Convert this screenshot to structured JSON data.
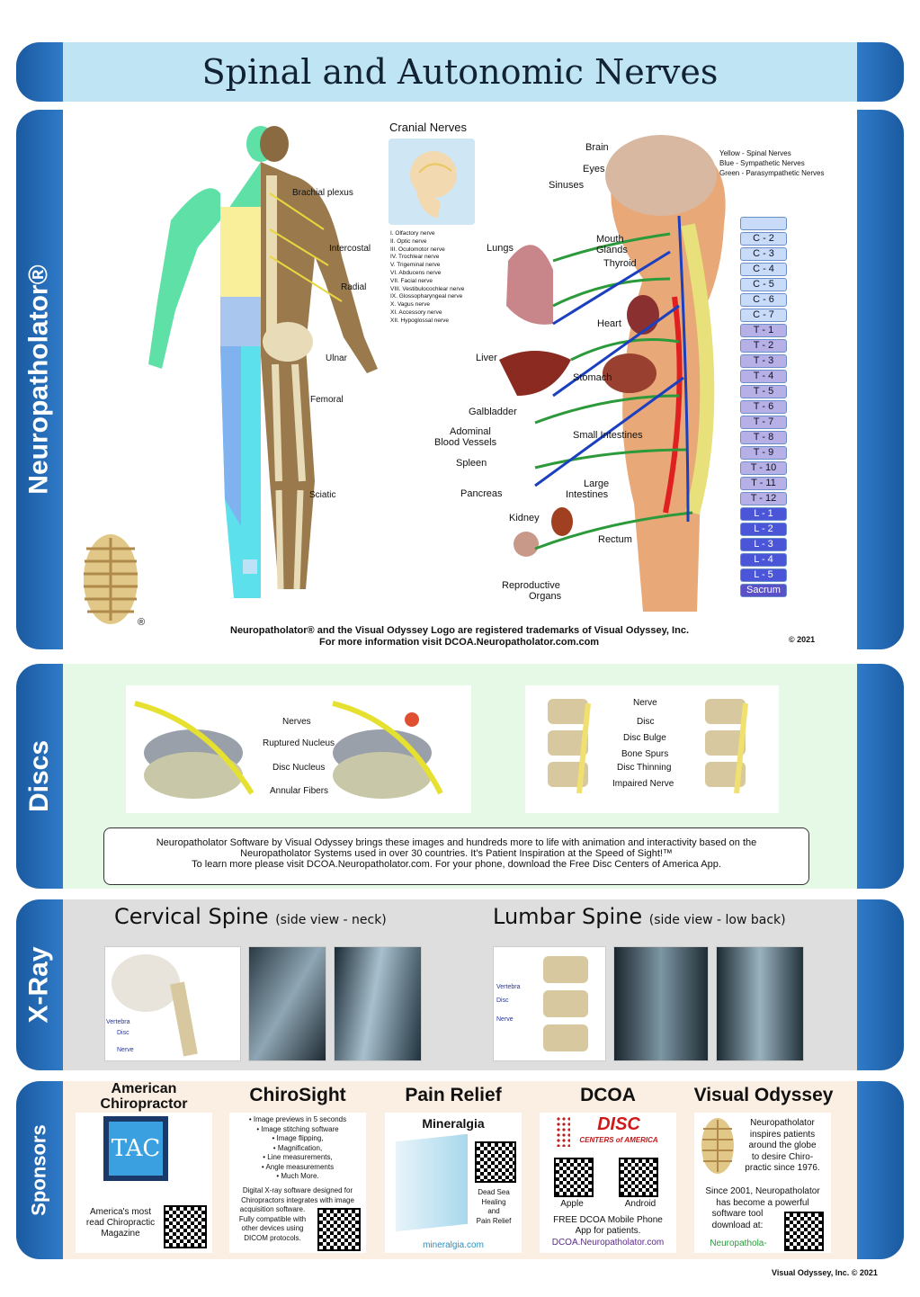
{
  "title": "Spinal and Autonomic Nerves",
  "tabs": {
    "neuro": "Neuropatholator®",
    "discs": "Discs",
    "xray": "X-Ray",
    "sponsors": "Sponsors"
  },
  "body_labels": {
    "brachial": "Brachial plexus",
    "intercostal": "Intercostal",
    "radial": "Radial",
    "ulnar": "Ulnar",
    "femoral": "Femoral",
    "sciatic": "Sciatic"
  },
  "cranial": {
    "title": "Cranial Nerves",
    "list": [
      "I. Olfactory nerve",
      "II. Optic nerve",
      "III. Oculomotor nerve",
      "IV. Trochlear nerve",
      "V. Trigeminal nerve",
      "VI. Abducens nerve",
      "VII. Facial nerve",
      "VIII. Vestibulocochlear nerve",
      "IX. Glossopharyngeal nerve",
      "X. Vagus nerve",
      "XI. Accessory nerve",
      "XII. Hypoglossal nerve"
    ]
  },
  "legend": {
    "yellow": "Yellow - Spinal Nerves",
    "blue": "Blue - Sympathetic Nerves",
    "green": "Green - Parasympathetic Nerves"
  },
  "organs": {
    "brain": "Brain",
    "eyes": "Eyes",
    "sinuses": "Sinuses",
    "lungs": "Lungs",
    "mouth": "Mouth",
    "glands": "Glands",
    "thyroid": "Thyroid",
    "heart": "Heart",
    "liver": "Liver",
    "stomach": "Stomach",
    "galbladder": "Galbladder",
    "adrenal": "Adominal",
    "blood": "Blood Vessels",
    "small": "Small Intestines",
    "spleen": "Spleen",
    "pancreas": "Pancreas",
    "large1": "Large",
    "large2": "Intestines",
    "kidney": "Kidney",
    "rectum": "Rectum",
    "repro1": "Reproductive",
    "repro2": "Organs"
  },
  "vertebrae": [
    "C - 2",
    "C - 3",
    "C - 4",
    "C - 5",
    "C - 6",
    "C - 7",
    "T - 1",
    "T - 2",
    "T - 3",
    "T - 4",
    "T - 5",
    "T - 6",
    "T - 7",
    "T - 8",
    "T - 9",
    "T - 10",
    "T - 11",
    "T - 12",
    "L - 1",
    "L - 2",
    "L - 3",
    "L - 4",
    "L - 5",
    "Sacrum"
  ],
  "trademark1": "Neuropatholator® and the Visual Odyssey Logo are registered trademarks of Visual Odyssey, Inc.",
  "trademark2": "For more information visit DCOA.Neuropatholator.com.com",
  "copyright": "© 2021",
  "reg": "®",
  "discs": {
    "left": {
      "nerves": "Nerves",
      "ruptured": "Ruptured Nucleus",
      "nucleus": "Disc Nucleus",
      "annular": "Annular Fibers"
    },
    "right": {
      "nerve": "Nerve",
      "disc": "Disc",
      "bulge": "Disc Bulge",
      "spurs": "Bone Spurs",
      "thinning": "Disc Thinning",
      "impaired": "Impaired Nerve"
    },
    "info1": "Neuropatholator Software by Visual Odyssey brings these images and hundreds more to life with animation and interactivity based on the",
    "info2": "Neuropatholator Systems used in over 30 countries. It's Patient Inspiration at the Speed of Sight!™",
    "info3": "To learn more please visit DCOA.Neuropatholator.com. For your phone, download the Free Disc Centers of America App."
  },
  "xray": {
    "cervical": "Cervical Spine",
    "cervical_sub": "(side view - neck)",
    "lumbar": "Lumbar Spine",
    "lumbar_sub": "(side view - low back)",
    "c_labels": [
      "Vertebra",
      "Disc",
      "Nerve"
    ],
    "l_labels": [
      "Vertebra",
      "Disc",
      "Nerve"
    ]
  },
  "sponsors": {
    "ac_title1": "American",
    "ac_title2": "Chiropractor",
    "ac_logo": "TAC",
    "ac_text1": "America's most",
    "ac_text2": "read Chiropractic",
    "ac_text3": "Magazine",
    "cs_title": "ChiroSight",
    "cs_list": [
      "• Image previews in 5 seconds",
      "• Image stitching software",
      "• Image flipping,",
      "• Magnification,",
      "• Line measurements,",
      "• Angle measurements",
      "• Much More."
    ],
    "cs_text": [
      "Digital X-ray software designed for",
      "Chiropractors integrates with image",
      "acquisition software.",
      "Fully compatible with",
      "other devices using",
      "DICOM protocols."
    ],
    "pr_title": "Pain Relief",
    "pr_brand": "Mineralgia",
    "pr_text": [
      "Dead Sea",
      "Healing",
      "and",
      "Pain Relief"
    ],
    "pr_url": "mineralgia.com",
    "dc_title": "DCOA",
    "dc_logo1": "DISC",
    "dc_logo2": "CENTERS of AMERICA",
    "dc_apple": "Apple",
    "dc_android": "Android",
    "dc_text1": "FREE DCOA Mobile Phone",
    "dc_text2": "App for patients.",
    "dc_url": "DCOA.Neuropatholator.com",
    "vo_title": "Visual Odyssey",
    "vo_text1": [
      "Neuropatholator",
      "inspires patients",
      "around the globe",
      "to desire Chiro-",
      "practic since 1976."
    ],
    "vo_text2": [
      "Since 2001, Neuropatholator",
      "has become a powerful",
      "software tool",
      "download at:"
    ],
    "vo_url": "Neuropathola-",
    "footer": "Visual Odyssey, Inc.  © 2021"
  },
  "colors": {
    "tab": "#1f63ad",
    "title_bg": "#bfe4f3",
    "discs_bg": "#e6f8e6",
    "xray_bg": "#dedede",
    "sponsor_bg": "#fbeee2"
  }
}
